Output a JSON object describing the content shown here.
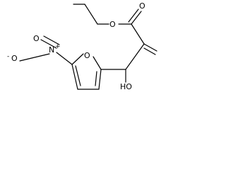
{
  "atoms": {
    "ester_carbonyl_oxygen": {
      "symbol": "O"
    },
    "ester_ether_oxygen": {
      "symbol": "O"
    },
    "furan_oxygen": {
      "symbol": "O"
    },
    "hydroxyl": {
      "symbol": "HO"
    },
    "nitro_nitrogen": {
      "symbol": "N",
      "charge": "+"
    },
    "nitro_oxygen_anion": {
      "symbol": "O",
      "charge": "-"
    },
    "nitro_oxygen_double": {
      "symbol": "O"
    }
  }
}
